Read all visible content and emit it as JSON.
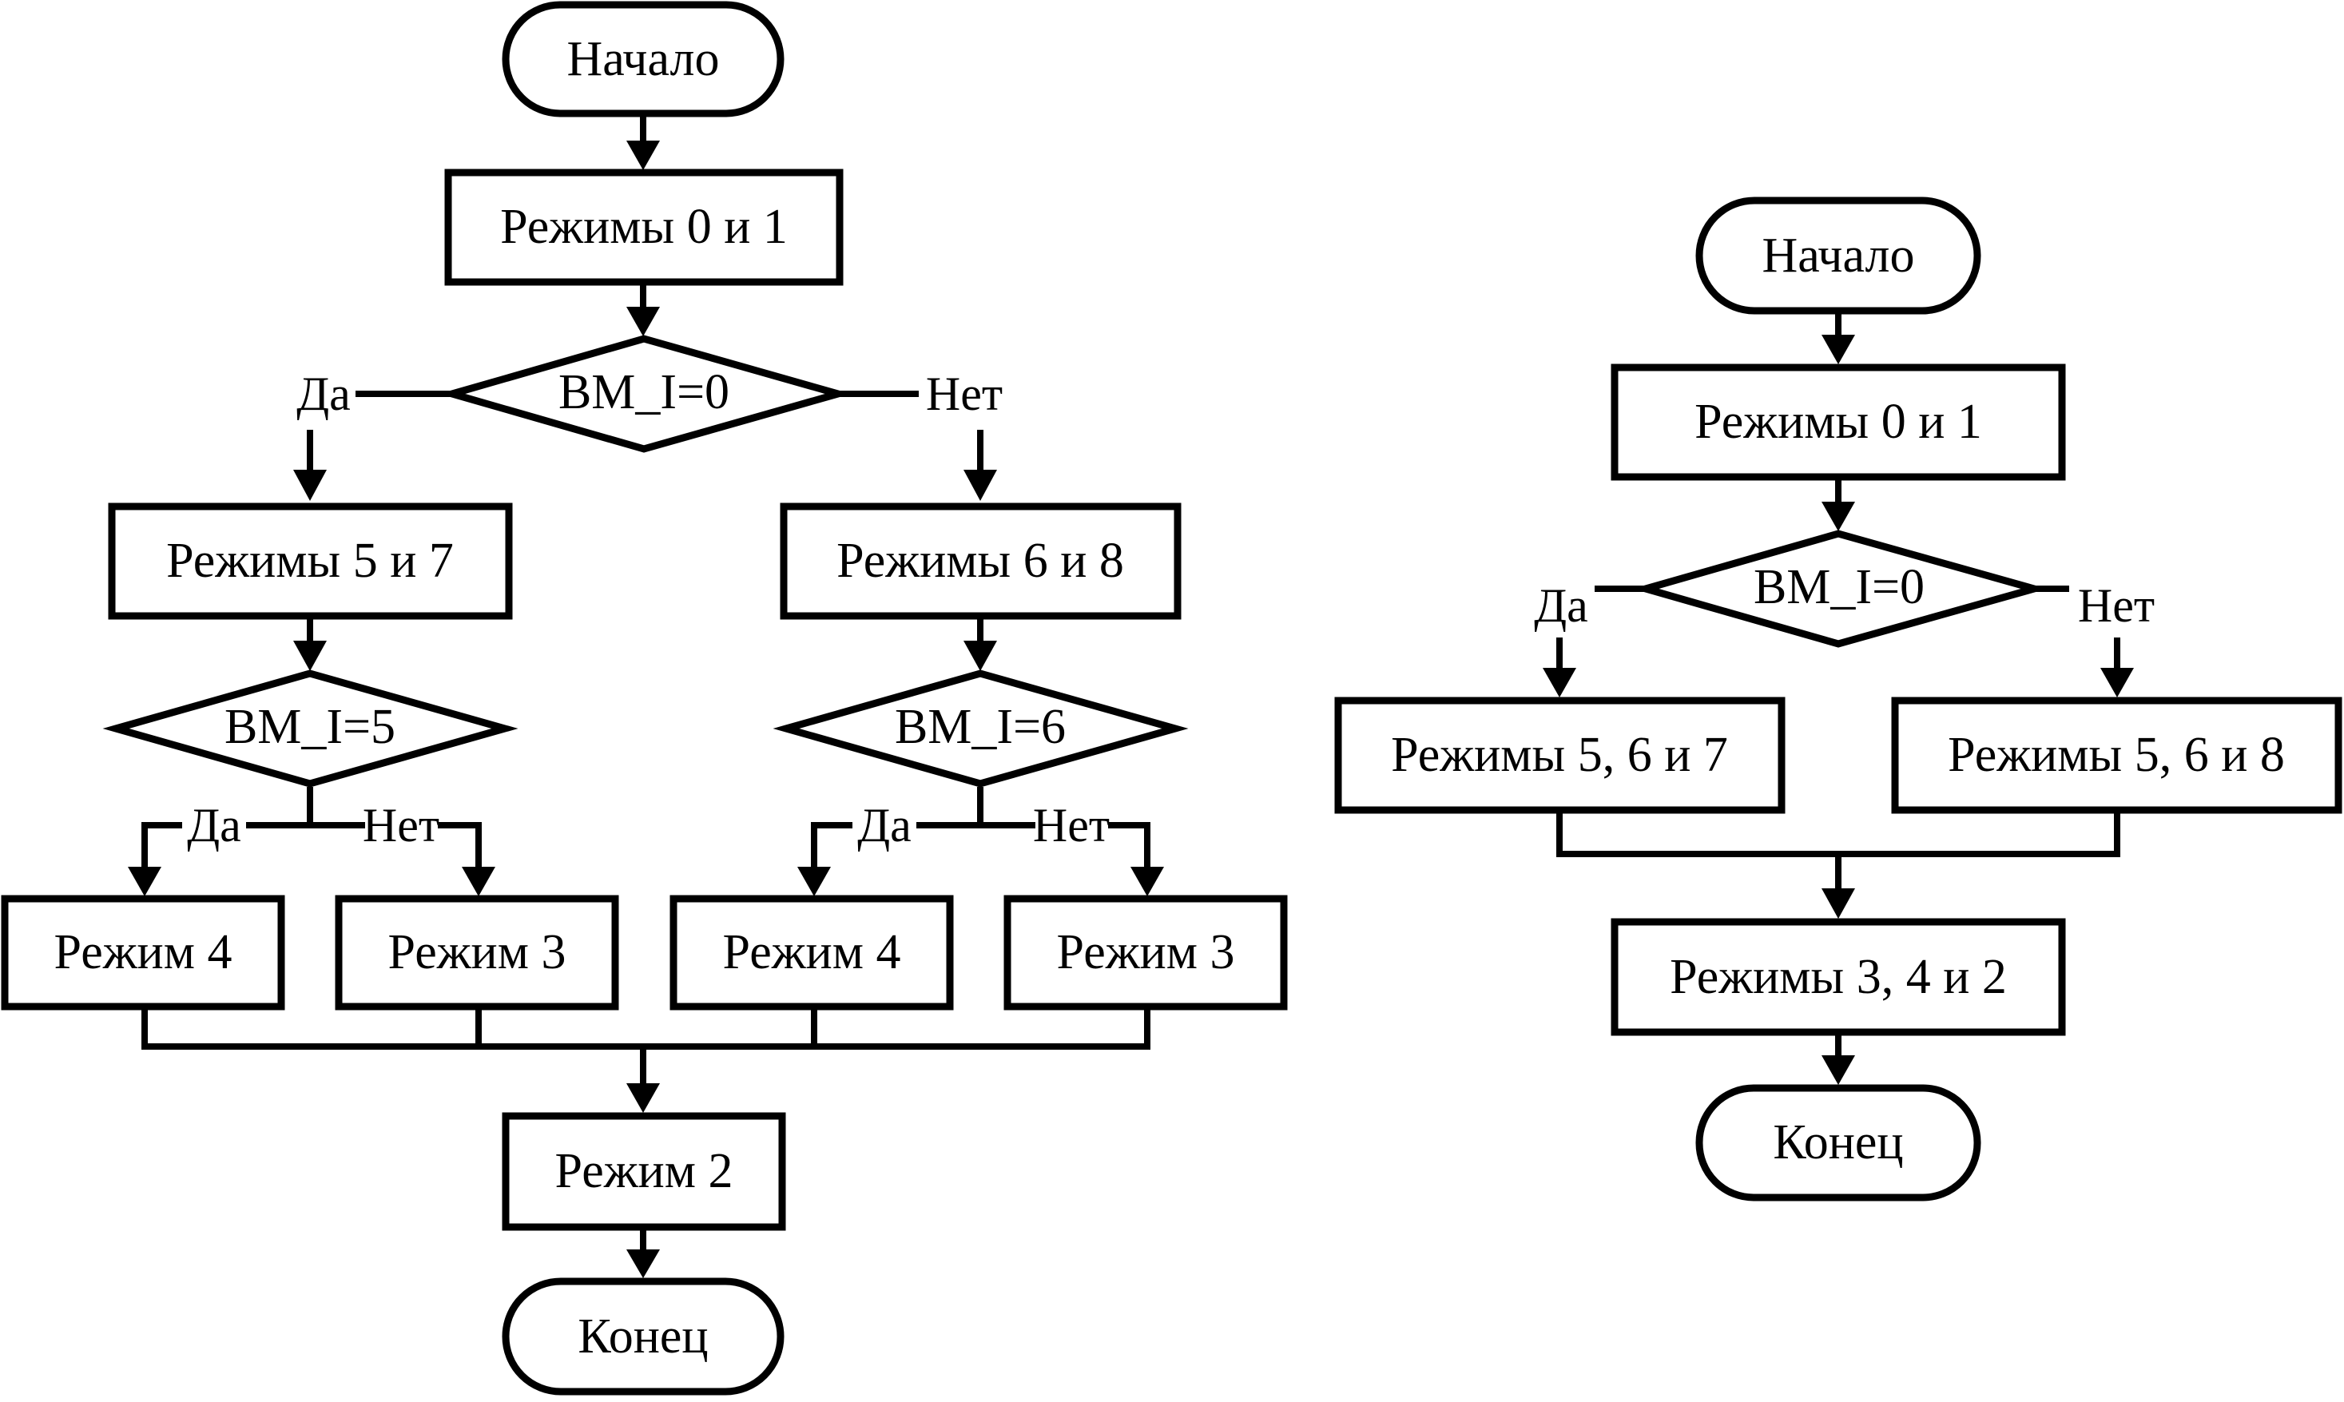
{
  "diagram_left": {
    "start": "Начало",
    "modes_0_1": "Режимы 0 и 1",
    "cond_main": "BM_I=0",
    "yes_main": "Да",
    "no_main": "Нет",
    "modes_5_7": "Режимы 5 и 7",
    "modes_6_8": "Режимы 6 и 8",
    "cond_left": "BM_I=5",
    "cond_right": "BM_I=6",
    "yes_left": "Да",
    "no_left": "Нет",
    "yes_right": "Да",
    "no_right": "Нет",
    "mode_4_a": "Режим 4",
    "mode_3_a": "Режим 3",
    "mode_4_b": "Режим 4",
    "mode_3_b": "Режим 3",
    "mode_2": "Режим 2",
    "end": "Конец"
  },
  "diagram_right": {
    "start": "Начало",
    "modes_0_1": "Режимы 0 и 1",
    "cond_main": "BM_I=0",
    "yes_main": "Да",
    "no_main": "Нет",
    "modes_5_6_7": "Режимы 5, 6 и 7",
    "modes_5_6_8": "Режимы 5, 6 и 8",
    "modes_3_4_2": "Режимы 3, 4 и 2",
    "end": "Конец"
  }
}
